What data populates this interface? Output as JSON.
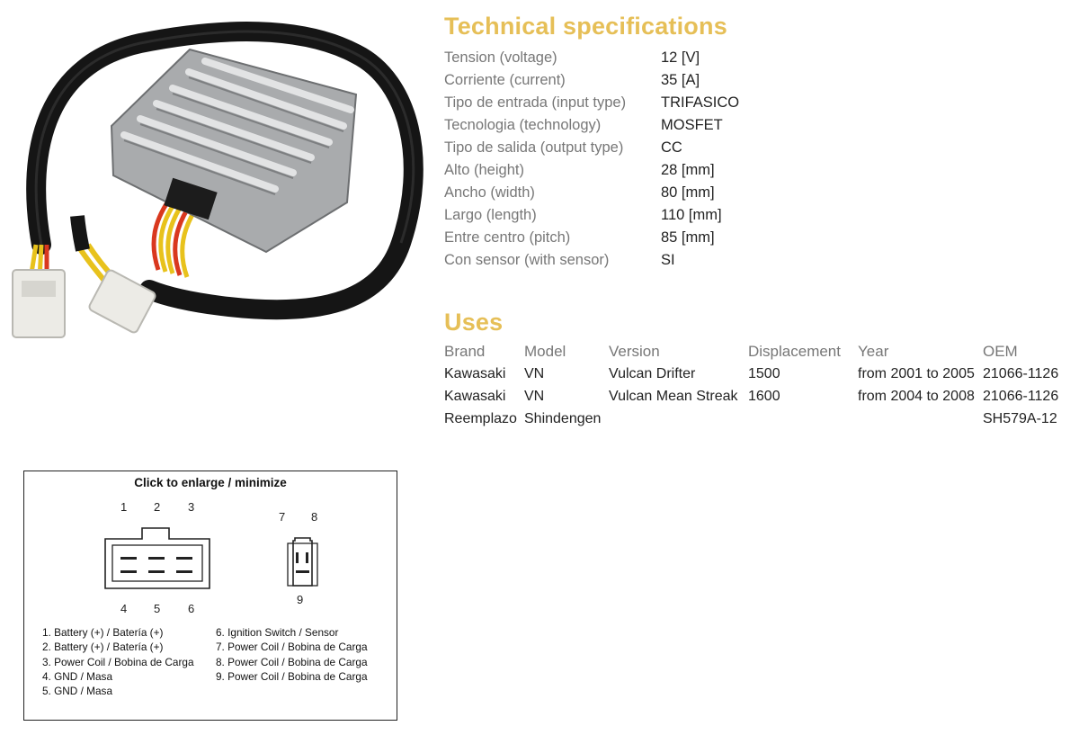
{
  "specs": {
    "title": "Technical specifications",
    "rows": [
      {
        "label": "Tension (voltage)",
        "value": "12 [V]"
      },
      {
        "label": "Corriente (current)",
        "value": "35 [A]"
      },
      {
        "label": "Tipo de entrada (input type)",
        "value": "TRIFASICO"
      },
      {
        "label": "Tecnologia (technology)",
        "value": "MOSFET"
      },
      {
        "label": "Tipo de salida (output type)",
        "value": "CC"
      },
      {
        "label": "Alto (height)",
        "value": "28 [mm]"
      },
      {
        "label": "Ancho (width)",
        "value": "80 [mm]"
      },
      {
        "label": "Largo (length)",
        "value": "110 [mm]"
      },
      {
        "label": "Entre centro (pitch)",
        "value": "85 [mm]"
      },
      {
        "label": "Con sensor (with sensor)",
        "value": "SI"
      }
    ]
  },
  "uses": {
    "title": "Uses",
    "headers": {
      "brand": "Brand",
      "model": "Model",
      "version": "Version",
      "displacement": "Displacement",
      "year": "Year",
      "oem": "OEM"
    },
    "rows": [
      {
        "brand": "Kawasaki",
        "model": "VN",
        "version": "Vulcan Drifter",
        "displacement": "1500",
        "year": "from 2001 to 2005",
        "oem": "21066-1126"
      },
      {
        "brand": "Kawasaki",
        "model": "VN",
        "version": "Vulcan Mean Streak",
        "displacement": "1600",
        "year": "from 2004 to 2008",
        "oem": "21066-1126"
      }
    ],
    "replacement": {
      "label": "Reemplazo",
      "maker": "Shindengen",
      "part": "SH579A-12"
    }
  },
  "diagram": {
    "caption": "Click to enlarge / minimize",
    "pins": {
      "p1": "1",
      "p2": "2",
      "p3": "3",
      "p4": "4",
      "p5": "5",
      "p6": "6",
      "p7": "7",
      "p8": "8",
      "p9": "9"
    },
    "legend_left": [
      "1. Battery (+) / Batería (+)",
      "2. Battery (+) / Batería (+)",
      "3. Power Coil / Bobina de Carga",
      "4. GND / Masa",
      "5. GND / Masa"
    ],
    "legend_right": [
      "6. Ignition Switch / Sensor",
      "7. Power Coil / Bobina de Carga",
      "8. Power Coil / Bobina de Carga",
      "9. Power Coil / Bobina de Carga"
    ]
  },
  "colors": {
    "title_accent": "#e6bf57",
    "label_gray": "#777777"
  }
}
